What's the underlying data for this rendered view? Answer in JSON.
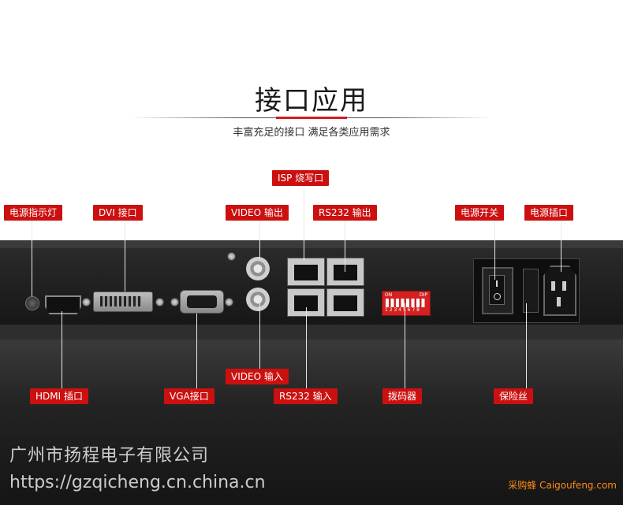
{
  "header": {
    "title": "接口应用",
    "subtitle": "丰富充足的接口 满足各类应用需求"
  },
  "labels": {
    "power_led": "电源指示灯",
    "dvi": "DVI 接口",
    "video_out": "VIDEO 输出",
    "isp": "ISP 烧写口",
    "rs232_out": "RS232 输出",
    "power_switch": "电源开关",
    "power_socket": "电源插口",
    "hdmi": "HDMI 插口",
    "vga": "VGA接口",
    "video_in": "VIDEO 输入",
    "rs232_in": "RS232 输入",
    "dip": "拨码器",
    "fuse": "保险丝"
  },
  "dip": {
    "on": "ON",
    "dip": "DIP",
    "numbers": "1 2 3 4 5 6 7 8"
  },
  "watermark": {
    "company": "广州市扬程电子有限公司",
    "url": "https://gzqicheng.cn.china.cn",
    "site": "采购蜂 Caigoufeng.com"
  },
  "colors": {
    "accent": "#cc1010",
    "panel": "#1c1c1c"
  }
}
